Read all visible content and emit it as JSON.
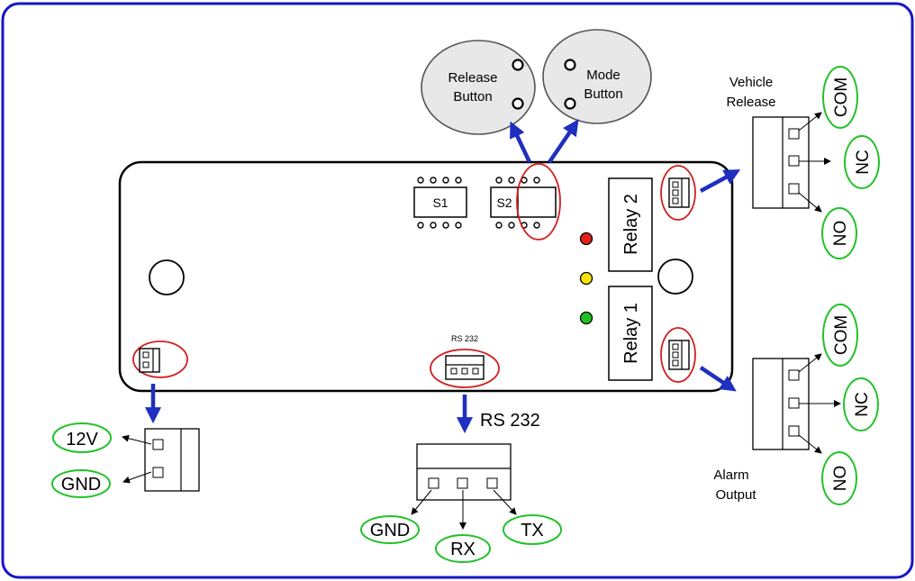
{
  "colors": {
    "frame": "#1515c8",
    "arrow": "#1f2fbf",
    "highlight_red": "#d21e1e",
    "label_green": "#22c22a",
    "led_red": "#e0201c",
    "led_yellow": "#f4e40a",
    "led_green": "#1fc21f",
    "button_fill": "#e8e8e8"
  },
  "board": {
    "chip_s1": "S1",
    "chip_s2": "S2",
    "relay_2": "Relay 2",
    "relay_1": "Relay 1",
    "rs232_small": "RS 232",
    "leds": [
      "red",
      "yellow",
      "green"
    ]
  },
  "buttons": {
    "release": [
      "Release",
      "Button"
    ],
    "mode": [
      "Mode",
      "Button"
    ]
  },
  "vehicle_release": {
    "title": [
      "Vehicle",
      "Release"
    ],
    "pins": [
      "COM",
      "NC",
      "NO"
    ]
  },
  "alarm_output": {
    "title": [
      "Alarm",
      "Output"
    ],
    "pins": [
      "COM",
      "NC",
      "NO"
    ]
  },
  "power": {
    "pins": [
      "12V",
      "GND"
    ]
  },
  "rs232": {
    "title": "RS 232",
    "pins": [
      "GND",
      "RX",
      "TX"
    ]
  }
}
